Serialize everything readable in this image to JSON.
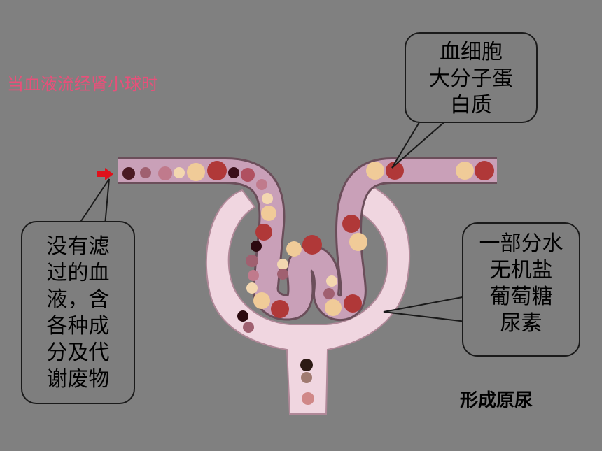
{
  "heading": "当血液流经肾小球时",
  "callout_top": {
    "lines": [
      "血细胞",
      "大分子蛋",
      "白质"
    ]
  },
  "callout_left": {
    "lines": [
      "没有滤",
      "过的血",
      "液，含",
      "各种成",
      "分及代",
      "谢废物"
    ]
  },
  "callout_right": {
    "lines": [
      "一部分水",
      "无机盐",
      "葡萄糖",
      "尿素"
    ]
  },
  "result": "形成原尿",
  "arrow_icon": "red-arrow-icon",
  "colors": {
    "background": "#808080",
    "heading": "#e8507a",
    "capsule": "#f0d6e0",
    "vessel": "#c9a0b8",
    "arrow": "#e0101a"
  }
}
